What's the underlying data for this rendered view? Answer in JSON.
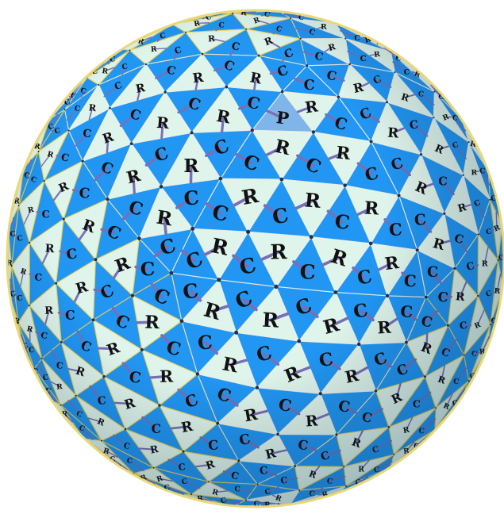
{
  "scene": {
    "colors": {
      "background": "#ffffff",
      "face_blue": "#2196f3",
      "face_light": "#dff5ec",
      "face_highlight": "#7fb5e8",
      "edge_yellow": "#f5d23c",
      "edge_white": "#f4f2e6",
      "bond_purple": "#7a6fb6",
      "node_dark": "#2a2c4a",
      "label_ink": "#111111",
      "shadow": "#4a6f8f"
    },
    "labels": {
      "primary_letter": "P",
      "c_letter": "C",
      "r_letter": "R"
    }
  }
}
